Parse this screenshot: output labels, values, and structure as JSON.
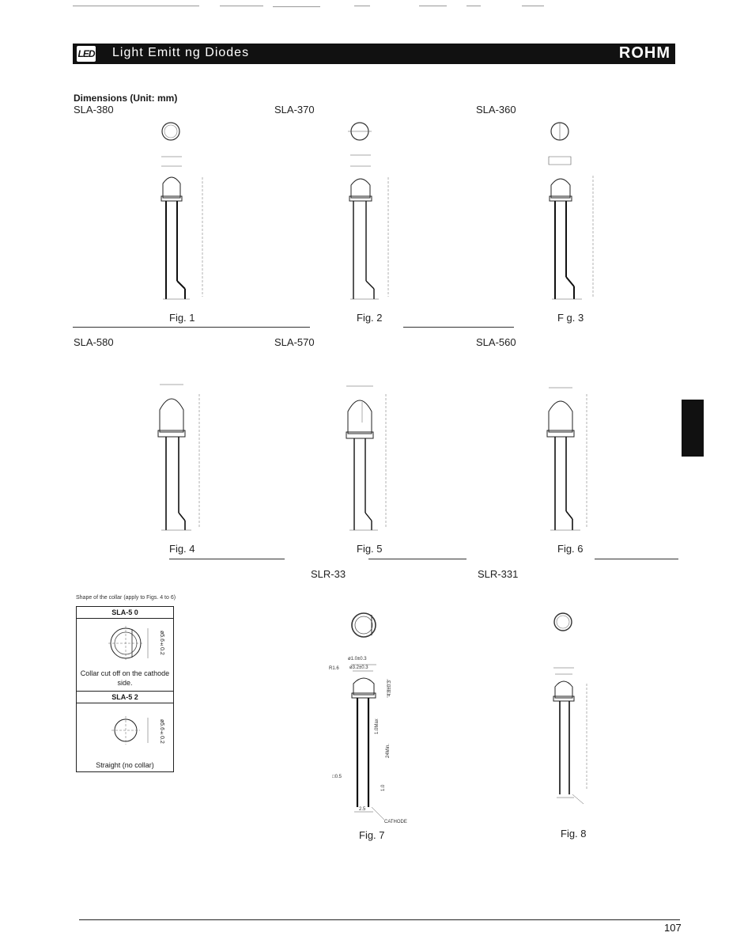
{
  "header": {
    "logo_text": "LED",
    "title": "Light Emitt ng Diodes",
    "brand": "ROHM"
  },
  "section_heading": "Dimensions (Unit: mm)",
  "rows": [
    {
      "models": [
        "SLA-380",
        "SLA-370",
        "SLA-360"
      ],
      "figures": [
        "Fig. 1",
        "Fig. 2",
        "F g. 3"
      ]
    },
    {
      "models": [
        "SLA-580",
        "SLA-570",
        "SLA-560"
      ],
      "figures": [
        "Fig. 4",
        "Fig. 5",
        "Fig. 6"
      ]
    },
    {
      "models": [
        "SLR-33",
        "SLR-331"
      ],
      "figures": [
        "Fig. 7",
        "Fig. 8"
      ]
    }
  ],
  "fig7_labels": {
    "d1": "ø1.0±0.3",
    "d2": "ø3.2±0.3",
    "r": "R1.6",
    "h": "4.8±0.3",
    "c": "1.0Max",
    "lead": "24Min.",
    "pin": "□0.5",
    "tip": "1.0",
    "pitch": "2.5",
    "cathode": "CATHODE"
  },
  "inset": {
    "note": "Shape of the collar (apply to Figs. 4 to 6)",
    "box1_title": "SLA-5 0",
    "box1_dim": "ø5.6±0.2",
    "box1_caption": "Collar cut off on the cathode side.",
    "box2_title": "SLA-5 2",
    "box2_dim": "ø5.6±0.2",
    "box2_caption": "Straight (no collar)"
  },
  "page_number": "107"
}
